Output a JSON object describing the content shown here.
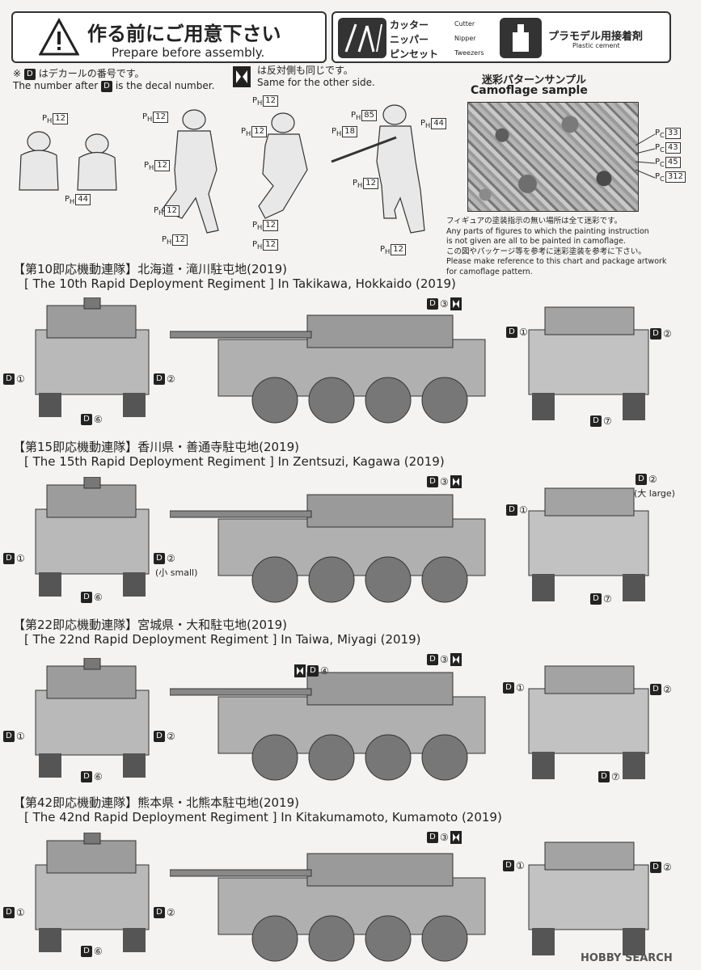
{
  "header": {
    "title": "作る前にご用意下さい",
    "subtitle": "Prepare before assembly."
  },
  "tools": {
    "cutter_ja": "カッター",
    "cutter_en": "Cutter",
    "nipper_ja": "ニッパー",
    "nipper_en": "Nipper",
    "tweezers_ja": "ピンセット",
    "tweezers_en": "Tweezers",
    "cement_ja": "プラモデル用接着剤",
    "cement_en": "Plastic cement"
  },
  "decal_note": {
    "mark": "※",
    "badge": "D",
    "ja": "はデカールの番号です。",
    "en_pre": "The number after",
    "en_post": "is the decal number."
  },
  "other_side": {
    "ja": "は反対側も同じです。",
    "en": "Same for the other side."
  },
  "camo": {
    "title_ja": "迷彩パターンサンプル",
    "title_en": "Camoflage sample",
    "colors": [
      {
        "code": "33",
        "prefix": "Pc"
      },
      {
        "code": "43",
        "prefix": "Pc"
      },
      {
        "code": "45",
        "prefix": "Pc"
      },
      {
        "code": "312",
        "prefix": "Pc"
      }
    ],
    "note_lines": [
      "フィギュアの塗装指示の無い場所は全て迷彩です。",
      "Any parts of figures to which the painting instruction",
      "is not given are all to be painted in camoflage.",
      "この図やパッケージ等を参考に迷彩塗装を参考に下さい。",
      "Please make reference to this chart and package artwork",
      "for camoflage pattern."
    ]
  },
  "figure_paints": {
    "prefix": "PH",
    "labels": [
      "12",
      "44",
      "12",
      "12",
      "12",
      "12",
      "12",
      "12",
      "12",
      "12",
      "85",
      "18",
      "44",
      "12",
      "12"
    ]
  },
  "regiments": [
    {
      "ja": "【第10即応機動連隊】北海道・滝川駐屯地(2019)",
      "en": "[ The 10th Rapid Deployment Regiment ] In Takikawa, Hokkaido (2019)",
      "decals": {
        "front_left": "①",
        "front_right": "②",
        "front_bottom": "⑥",
        "side": "③",
        "rear_left": "①",
        "rear_right": "②",
        "rear_bottom": "⑦"
      },
      "note": ""
    },
    {
      "ja": "【第15即応機動連隊】香川県・善通寺駐屯地(2019)",
      "en": "[ The 15th Rapid Deployment Regiment ] In Zentsuzi, Kagawa (2019)",
      "decals": {
        "front_left": "①",
        "front_right": "②",
        "front_bottom": "⑥",
        "side": "③",
        "rear_left": "①",
        "rear_right": "②",
        "rear_bottom": "⑦"
      },
      "front_note": "(小 small)",
      "rear_note": "(大 large)"
    },
    {
      "ja": "【第22即応機動連隊】宮城県・大和駐屯地(2019)",
      "en": "[ The 22nd Rapid Deployment Regiment ] In Taiwa, Miyagi (2019)",
      "decals": {
        "front_left": "①",
        "front_right": "②",
        "front_bottom": "⑥",
        "side": "③",
        "side2": "④",
        "rear_left": "①",
        "rear_right": "②",
        "rear_bottom": "⑦"
      }
    },
    {
      "ja": "【第42即応機動連隊】熊本県・北熊本駐屯地(2019)",
      "en": "[ The 42nd Rapid Deployment Regiment ] In Kitakumamoto, Kumamoto (2019)",
      "decals": {
        "front_left": "①",
        "front_right": "②",
        "front_bottom": "⑥",
        "side": "③",
        "rear_left": "①",
        "rear_right": "②"
      }
    }
  ],
  "watermark": "HOBBY SEARCH"
}
